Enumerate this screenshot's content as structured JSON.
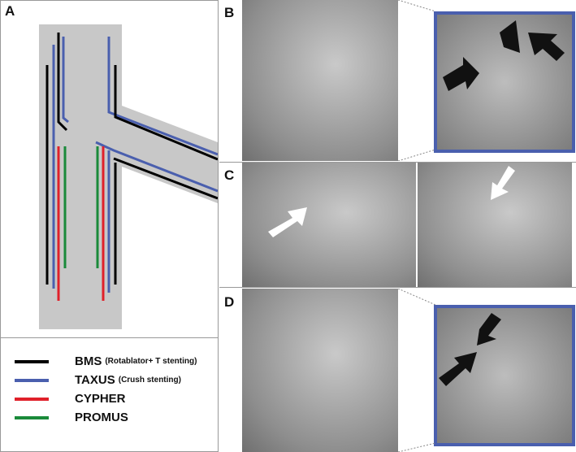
{
  "panels": {
    "a": "A",
    "b": "B",
    "c": "C",
    "d": "D"
  },
  "legend": [
    {
      "name": "BMS",
      "detail": "(Rotablator+ T stenting)",
      "color": "#000000"
    },
    {
      "name": "TAXUS",
      "detail": "(Crush stenting)",
      "color": "#4a5fae"
    },
    {
      "name": "CYPHER",
      "detail": "",
      "color": "#e0202a"
    },
    {
      "name": "PROMUS",
      "detail": "",
      "color": "#1a8a3a"
    }
  ],
  "colors": {
    "frame": "#4a5fae",
    "vessel": "#c8c8c8"
  }
}
